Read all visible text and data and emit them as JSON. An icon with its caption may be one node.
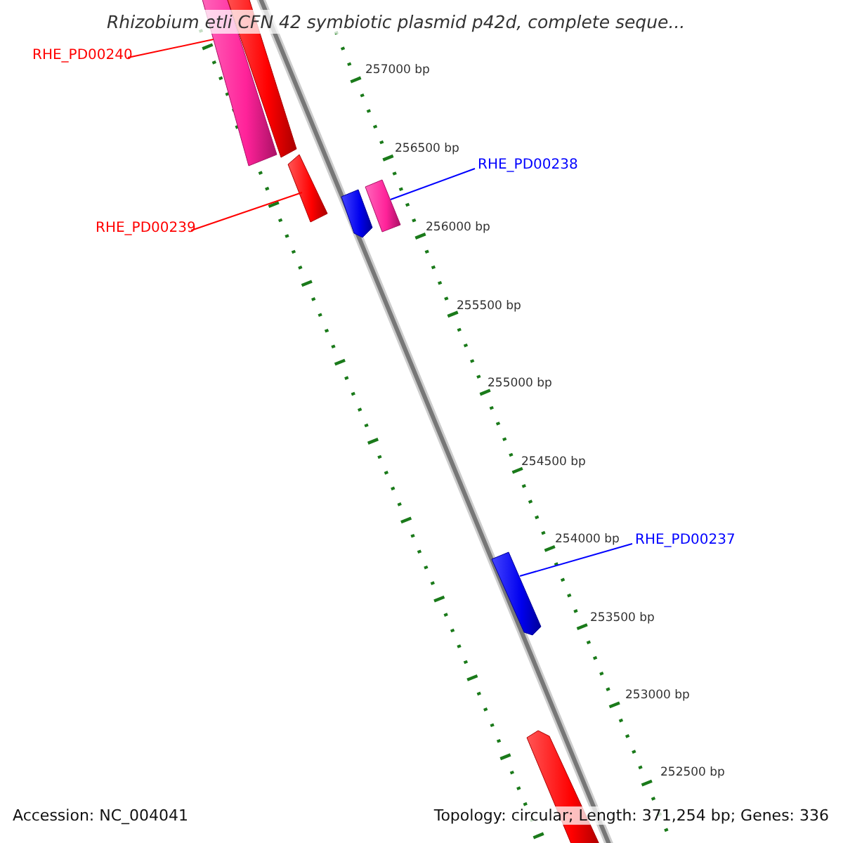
{
  "diagram": {
    "title": "Rhizobium etli CFN 42 symbiotic plasmid p42d, complete seque...",
    "nodes": [
      {
        "text": [
          "RHE_PD00240"
        ]
      },
      {
        "text": [],
        "shape": "bar"
      },
      {
        "text": [],
        "shape": "bar"
      },
      {
        "text": [
          "RHE_PD00239"
        ]
      },
      {
        "text": [],
        "shape": "bar"
      },
      {
        "text": [],
        "shape": "bar"
      },
      {
        "text": [],
        "shape": "bar"
      },
      {
        "text": [
          "RHE_PD00238"
        ]
      },
      {
        "text": [],
        "shape": "bar"
      },
      {
        "text": [
          "RHE_PD00237"
        ]
      },
      {
        "text": [],
        "shape": "bar"
      }
    ],
    "edges": [
      {
        "from": 0,
        "to": 1,
        "arrow": "none",
        "color": "#ff0000"
      },
      {
        "from": 3,
        "to": 4,
        "arrow": "none",
        "color": "#ff0000"
      },
      {
        "from": 7,
        "to": 6,
        "arrow": "none",
        "color": "#0000ff"
      },
      {
        "from": 9,
        "to": 8,
        "arrow": "none",
        "color": "#0000ff"
      }
    ],
    "labels": [
      "257000 bp",
      "256500 bp",
      "256000 bp",
      "255500 bp",
      "255000 bp",
      "254500 bp",
      "254000 bp",
      "253500 bp",
      "253000 bp",
      "252500 bp",
      "Accession: NC_004041",
      "Topology: circular; Length: 371,254 bp; Genes: 336"
    ]
  }
}
